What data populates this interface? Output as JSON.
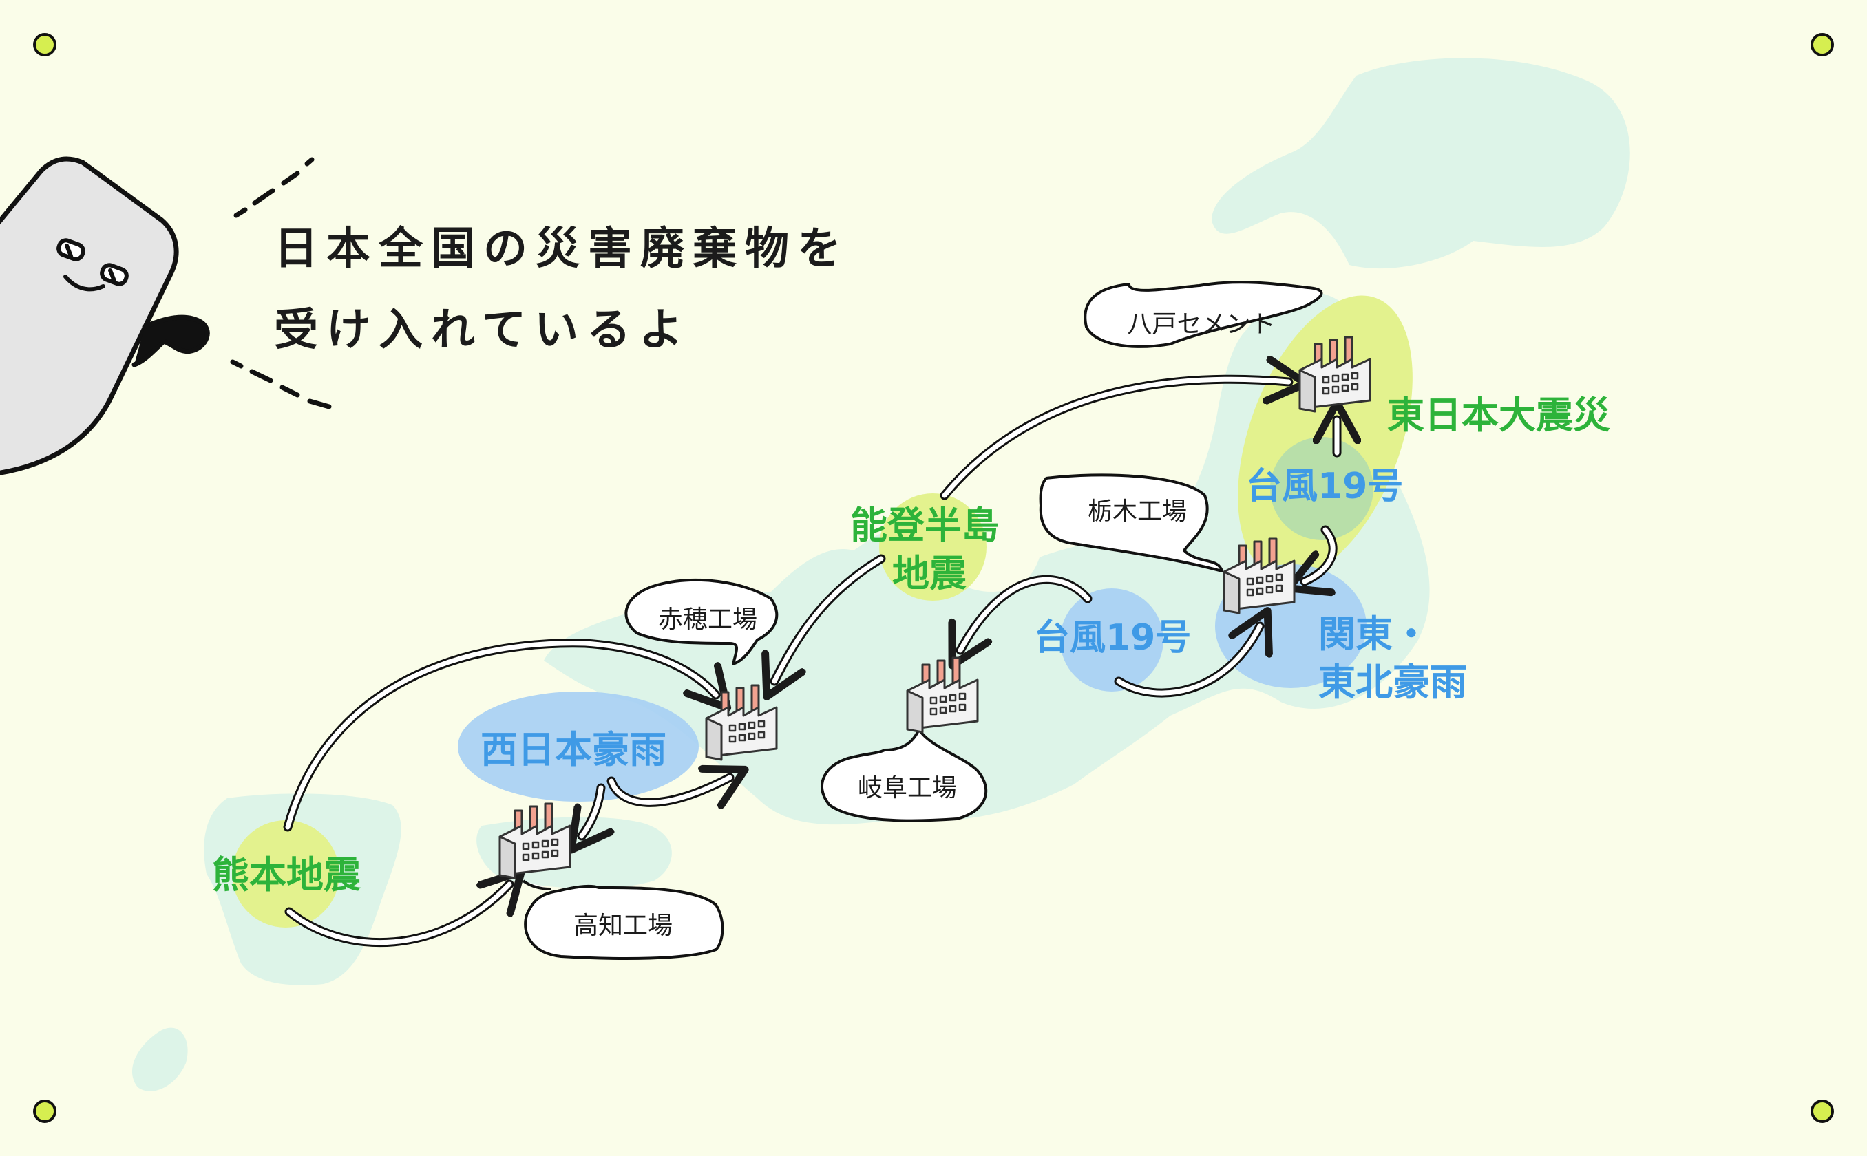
{
  "headline": {
    "line1": "日本全国の災害廃棄物を",
    "line2": "受け入れているよ"
  },
  "disasters": {
    "higashi_nihon": "東日本大震災",
    "typhoon19_north": "台風19号",
    "typhoon19_central": "台風19号",
    "kanto_tohoku_line1": "関東・",
    "kanto_tohoku_line2": "東北豪雨",
    "noto_line1": "能登半島",
    "noto_line2": "地震",
    "nishi_nihon": "西日本豪雨",
    "kumamoto": "熊本地震"
  },
  "factories": {
    "hachinohe": "八戸セメント",
    "tochigi": "栃木工場",
    "ako": "赤穂工場",
    "gifu": "岐阜工場",
    "kochi": "高知工場"
  },
  "colors": {
    "background": "#fafde9",
    "land": "#ddf4e8",
    "disaster_green": "#2db33a",
    "disaster_blue": "#3f9ae6",
    "green_zone": "#e3f28e",
    "blue_zone": "#a6cff4",
    "corner_dot": "#d6ee50"
  },
  "icons": [
    "factory-icon",
    "mascot-character",
    "arrow-icon",
    "speech-bubble"
  ]
}
